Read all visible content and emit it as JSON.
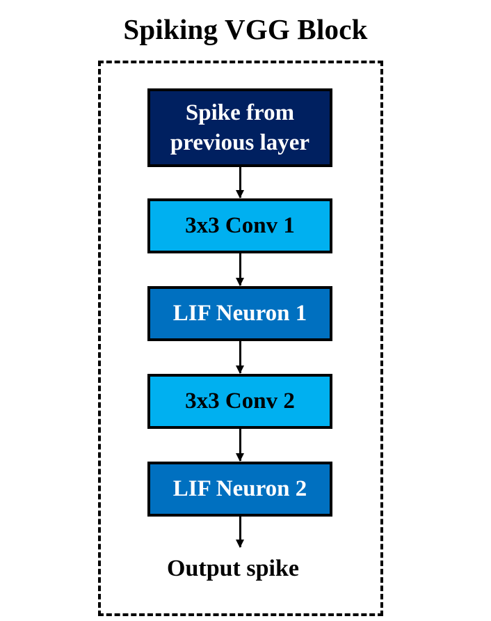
{
  "diagram": {
    "title": "Spiking VGG Block",
    "colors": {
      "dark_navy": "#002060",
      "light_blue": "#00B0F0",
      "medium_blue": "#0070C0",
      "border": "#000000",
      "white_text": "#FFFFFF",
      "black_text": "#000000"
    },
    "nodes": [
      {
        "id": "input",
        "lines": [
          "Spike from",
          "previous layer"
        ],
        "fill": "#002060",
        "text_color": "#FFFFFF"
      },
      {
        "id": "conv1",
        "lines": [
          "3x3 Conv 1"
        ],
        "fill": "#00B0F0",
        "text_color": "#000000"
      },
      {
        "id": "lif1",
        "lines": [
          "LIF Neuron 1"
        ],
        "fill": "#0070C0",
        "text_color": "#FFFFFF"
      },
      {
        "id": "conv2",
        "lines": [
          "3x3 Conv 2"
        ],
        "fill": "#00B0F0",
        "text_color": "#000000"
      },
      {
        "id": "lif2",
        "lines": [
          "LIF Neuron 2"
        ],
        "fill": "#0070C0",
        "text_color": "#FFFFFF"
      }
    ],
    "edges": [
      {
        "from": "input",
        "to": "conv1"
      },
      {
        "from": "conv1",
        "to": "lif1"
      },
      {
        "from": "lif1",
        "to": "conv2"
      },
      {
        "from": "conv2",
        "to": "lif2"
      },
      {
        "from": "lif2",
        "to": "output"
      }
    ],
    "output_label": "Output spike"
  }
}
